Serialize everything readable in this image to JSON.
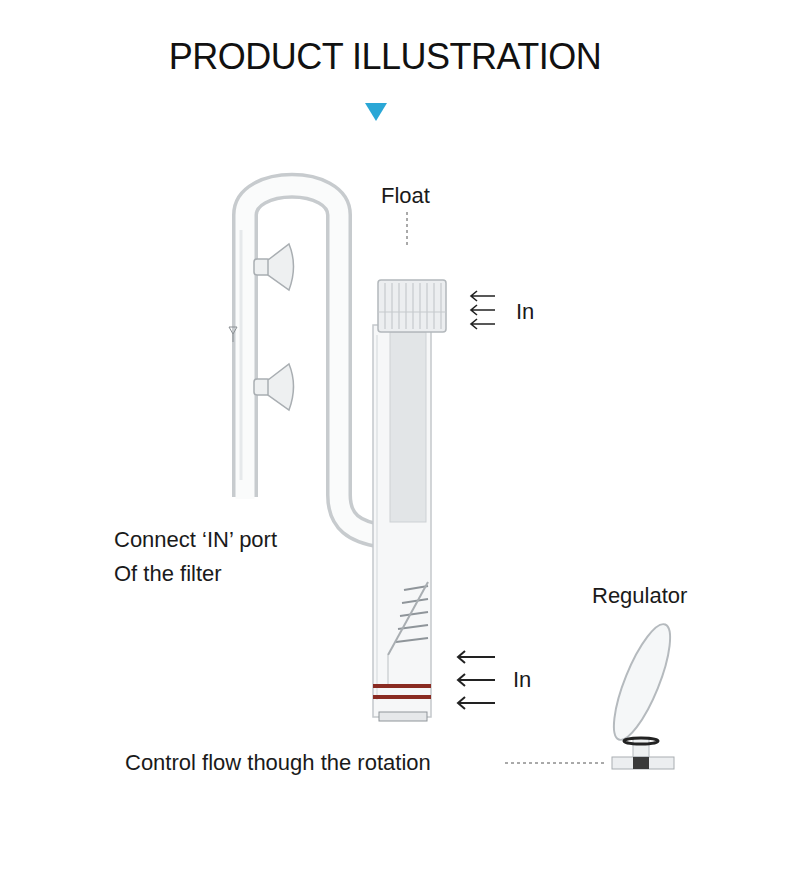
{
  "diagram": {
    "title": "PRODUCT ILLUSTRATION",
    "labels": [
      "Float",
      "In",
      "Connect ‘IN’ port Of the filter",
      "In",
      "Regulator",
      "Control flow though the rotation"
    ]
  }
}
